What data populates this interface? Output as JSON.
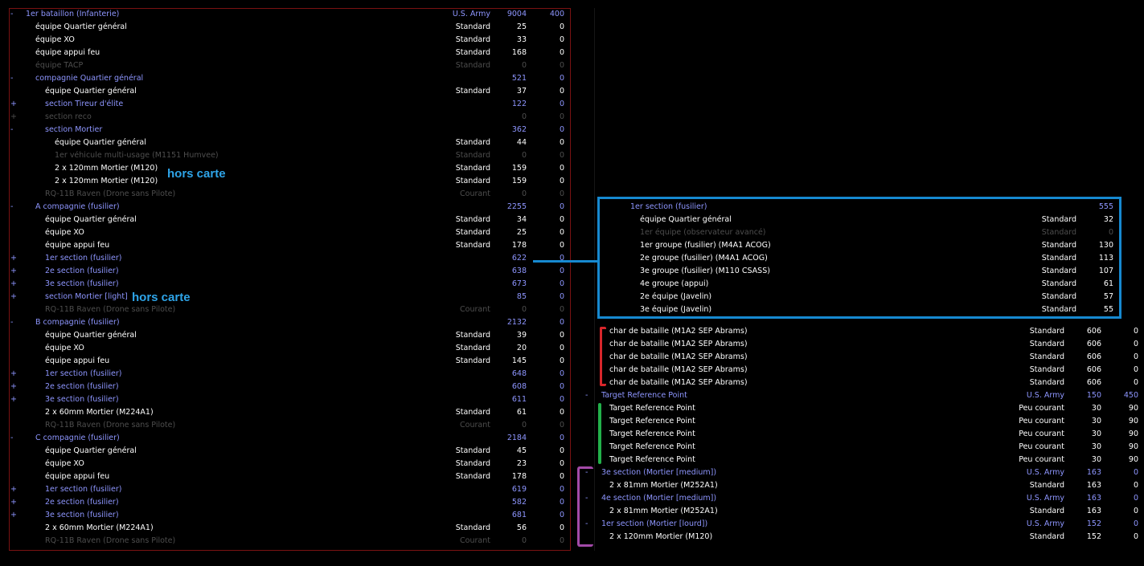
{
  "annotations": {
    "hors_carte_1": "hors carte",
    "hors_carte_2": "hors carte",
    "colors": {
      "blue_box": "#1689d0",
      "red": "#d8262b",
      "green": "#22b04a",
      "purple": "#a34aa8",
      "frame": "#7a1212"
    }
  },
  "left_rows": [
    {
      "tog": "-",
      "name": "1er bataillon (Infanterie)",
      "cost": "U.S. Army",
      "a": "9004",
      "b": "400",
      "style": "blue",
      "indent": 0
    },
    {
      "tog": "",
      "name": "équipe Quartier général",
      "cost": "Standard",
      "a": "25",
      "b": "0",
      "style": "white",
      "indent": 1
    },
    {
      "tog": "",
      "name": "équipe XO",
      "cost": "Standard",
      "a": "33",
      "b": "0",
      "style": "white",
      "indent": 1
    },
    {
      "tog": "",
      "name": "équipe appui feu",
      "cost": "Standard",
      "a": "168",
      "b": "0",
      "style": "white",
      "indent": 1
    },
    {
      "tog": "",
      "name": "équipe TACP",
      "cost": "Standard",
      "a": "0",
      "b": "0",
      "style": "gray",
      "indent": 1
    },
    {
      "tog": "-",
      "name": "compagnie Quartier général",
      "cost": "",
      "a": "521",
      "b": "0",
      "style": "blue",
      "indent": 1
    },
    {
      "tog": "",
      "name": "équipe Quartier général",
      "cost": "Standard",
      "a": "37",
      "b": "0",
      "style": "white",
      "indent": 2
    },
    {
      "tog": "+",
      "name": "section Tireur d'élite",
      "cost": "",
      "a": "122",
      "b": "0",
      "style": "blue",
      "indent": 2
    },
    {
      "tog": "+",
      "name": "section reco",
      "cost": "",
      "a": "0",
      "b": "0",
      "style": "gray",
      "indent": 2
    },
    {
      "tog": "-",
      "name": "section Mortier",
      "cost": "",
      "a": "362",
      "b": "0",
      "style": "blue",
      "indent": 2
    },
    {
      "tog": "",
      "name": "équipe Quartier général",
      "cost": "Standard",
      "a": "44",
      "b": "0",
      "style": "white",
      "indent": 3
    },
    {
      "tog": "",
      "name": "1er véhicule multi-usage (M1151 Humvee)",
      "cost": "Standard",
      "a": "0",
      "b": "0",
      "style": "gray",
      "indent": 3
    },
    {
      "tog": "",
      "name": "2 x 120mm Mortier (M120)",
      "cost": "Standard",
      "a": "159",
      "b": "0",
      "style": "white",
      "indent": 3
    },
    {
      "tog": "",
      "name": "2 x 120mm Mortier (M120)",
      "cost": "Standard",
      "a": "159",
      "b": "0",
      "style": "white",
      "indent": 3
    },
    {
      "tog": "",
      "name": "RQ-11B Raven (Drone sans Pilote)",
      "cost": "Courant",
      "a": "0",
      "b": "0",
      "style": "gray",
      "indent": 2
    },
    {
      "tog": "-",
      "name": "A compagnie (fusilier)",
      "cost": "",
      "a": "2255",
      "b": "0",
      "style": "blue",
      "indent": 1
    },
    {
      "tog": "",
      "name": "équipe Quartier général",
      "cost": "Standard",
      "a": "34",
      "b": "0",
      "style": "white",
      "indent": 2
    },
    {
      "tog": "",
      "name": "équipe XO",
      "cost": "Standard",
      "a": "25",
      "b": "0",
      "style": "white",
      "indent": 2
    },
    {
      "tog": "",
      "name": "équipe appui feu",
      "cost": "Standard",
      "a": "178",
      "b": "0",
      "style": "white",
      "indent": 2
    },
    {
      "tog": "+",
      "name": "1er section (fusilier)",
      "cost": "",
      "a": "622",
      "b": "0",
      "style": "blue",
      "indent": 2
    },
    {
      "tog": "+",
      "name": "2e section (fusilier)",
      "cost": "",
      "a": "638",
      "b": "0",
      "style": "blue",
      "indent": 2
    },
    {
      "tog": "+",
      "name": "3e section (fusilier)",
      "cost": "",
      "a": "673",
      "b": "0",
      "style": "blue",
      "indent": 2
    },
    {
      "tog": "+",
      "name": "section Mortier [light]",
      "cost": "",
      "a": "85",
      "b": "0",
      "style": "blue",
      "indent": 2
    },
    {
      "tog": "",
      "name": "RQ-11B Raven (Drone sans Pilote)",
      "cost": "Courant",
      "a": "0",
      "b": "0",
      "style": "gray",
      "indent": 2
    },
    {
      "tog": "-",
      "name": "B compagnie (fusilier)",
      "cost": "",
      "a": "2132",
      "b": "0",
      "style": "blue",
      "indent": 1
    },
    {
      "tog": "",
      "name": "équipe Quartier général",
      "cost": "Standard",
      "a": "39",
      "b": "0",
      "style": "white",
      "indent": 2
    },
    {
      "tog": "",
      "name": "équipe XO",
      "cost": "Standard",
      "a": "20",
      "b": "0",
      "style": "white",
      "indent": 2
    },
    {
      "tog": "",
      "name": "équipe appui feu",
      "cost": "Standard",
      "a": "145",
      "b": "0",
      "style": "white",
      "indent": 2
    },
    {
      "tog": "+",
      "name": "1er section (fusilier)",
      "cost": "",
      "a": "648",
      "b": "0",
      "style": "blue",
      "indent": 2
    },
    {
      "tog": "+",
      "name": "2e section (fusilier)",
      "cost": "",
      "a": "608",
      "b": "0",
      "style": "blue",
      "indent": 2
    },
    {
      "tog": "+",
      "name": "3e section (fusilier)",
      "cost": "",
      "a": "611",
      "b": "0",
      "style": "blue",
      "indent": 2
    },
    {
      "tog": "",
      "name": "2 x 60mm Mortier (M224A1)",
      "cost": "Standard",
      "a": "61",
      "b": "0",
      "style": "white",
      "indent": 2
    },
    {
      "tog": "",
      "name": "RQ-11B Raven (Drone sans Pilote)",
      "cost": "Courant",
      "a": "0",
      "b": "0",
      "style": "gray",
      "indent": 2
    },
    {
      "tog": "-",
      "name": "C compagnie (fusilier)",
      "cost": "",
      "a": "2184",
      "b": "0",
      "style": "blue",
      "indent": 1
    },
    {
      "tog": "",
      "name": "équipe Quartier général",
      "cost": "Standard",
      "a": "45",
      "b": "0",
      "style": "white",
      "indent": 2
    },
    {
      "tog": "",
      "name": "équipe XO",
      "cost": "Standard",
      "a": "23",
      "b": "0",
      "style": "white",
      "indent": 2
    },
    {
      "tog": "",
      "name": "équipe appui feu",
      "cost": "Standard",
      "a": "178",
      "b": "0",
      "style": "white",
      "indent": 2
    },
    {
      "tog": "+",
      "name": "1er section (fusilier)",
      "cost": "",
      "a": "619",
      "b": "0",
      "style": "blue",
      "indent": 2
    },
    {
      "tog": "+",
      "name": "2e section (fusilier)",
      "cost": "",
      "a": "582",
      "b": "0",
      "style": "blue",
      "indent": 2
    },
    {
      "tog": "+",
      "name": "3e section (fusilier)",
      "cost": "",
      "a": "681",
      "b": "0",
      "style": "blue",
      "indent": 2
    },
    {
      "tog": "",
      "name": "2 x 60mm Mortier (M224A1)",
      "cost": "Standard",
      "a": "56",
      "b": "0",
      "style": "white",
      "indent": 2
    },
    {
      "tog": "",
      "name": "RQ-11B Raven (Drone sans Pilote)",
      "cost": "Courant",
      "a": "0",
      "b": "0",
      "style": "gray",
      "indent": 2
    }
  ],
  "blue_box_rows": [
    {
      "name": "1er section (fusilier)",
      "cost": "",
      "a": "555",
      "style": "blue",
      "indent": 0
    },
    {
      "name": "équipe Quartier général",
      "cost": "Standard",
      "a": "32",
      "style": "white",
      "indent": 1
    },
    {
      "name": "1er équipe (observateur avancé)",
      "cost": "Standard",
      "a": "0",
      "style": "gray",
      "indent": 1
    },
    {
      "name": "1er groupe (fusilier) (M4A1 ACOG)",
      "cost": "Standard",
      "a": "130",
      "style": "white",
      "indent": 1
    },
    {
      "name": "2e groupe (fusilier) (M4A1 ACOG)",
      "cost": "Standard",
      "a": "113",
      "style": "white",
      "indent": 1
    },
    {
      "name": "3e groupe (fusilier) (M110 CSASS)",
      "cost": "Standard",
      "a": "107",
      "style": "white",
      "indent": 1
    },
    {
      "name": "4e groupe (appui)",
      "cost": "Standard",
      "a": "61",
      "style": "white",
      "indent": 1
    },
    {
      "name": "2e équipe (Javelin)",
      "cost": "Standard",
      "a": "57",
      "style": "white",
      "indent": 1
    },
    {
      "name": "3e équipe (Javelin)",
      "cost": "Standard",
      "a": "55",
      "style": "white",
      "indent": 1
    }
  ],
  "right_rows": [
    {
      "tog": "",
      "name": "char de bataille (M1A2 SEP Abrams)",
      "cost": "Standard",
      "a": "606",
      "b": "0",
      "style": "white",
      "indent": 1
    },
    {
      "tog": "",
      "name": "char de bataille (M1A2 SEP Abrams)",
      "cost": "Standard",
      "a": "606",
      "b": "0",
      "style": "white",
      "indent": 1
    },
    {
      "tog": "",
      "name": "char de bataille (M1A2 SEP Abrams)",
      "cost": "Standard",
      "a": "606",
      "b": "0",
      "style": "white",
      "indent": 1
    },
    {
      "tog": "",
      "name": "char de bataille (M1A2 SEP Abrams)",
      "cost": "Standard",
      "a": "606",
      "b": "0",
      "style": "white",
      "indent": 1
    },
    {
      "tog": "",
      "name": "char de bataille (M1A2 SEP Abrams)",
      "cost": "Standard",
      "a": "606",
      "b": "0",
      "style": "white",
      "indent": 1
    },
    {
      "tog": "-",
      "name": "Target Reference Point",
      "cost": "U.S. Army",
      "a": "150",
      "b": "450",
      "style": "blue",
      "indent": 0
    },
    {
      "tog": "",
      "name": "Target Reference Point",
      "cost": "Peu courant",
      "a": "30",
      "b": "90",
      "style": "white",
      "indent": 1
    },
    {
      "tog": "",
      "name": "Target Reference Point",
      "cost": "Peu courant",
      "a": "30",
      "b": "90",
      "style": "white",
      "indent": 1
    },
    {
      "tog": "",
      "name": "Target Reference Point",
      "cost": "Peu courant",
      "a": "30",
      "b": "90",
      "style": "white",
      "indent": 1
    },
    {
      "tog": "",
      "name": "Target Reference Point",
      "cost": "Peu courant",
      "a": "30",
      "b": "90",
      "style": "white",
      "indent": 1
    },
    {
      "tog": "",
      "name": "Target Reference Point",
      "cost": "Peu courant",
      "a": "30",
      "b": "90",
      "style": "white",
      "indent": 1
    },
    {
      "tog": "-",
      "name": "3e section (Mortier [medium])",
      "cost": "U.S. Army",
      "a": "163",
      "b": "0",
      "style": "blue",
      "indent": 0
    },
    {
      "tog": "",
      "name": "2 x 81mm Mortier (M252A1)",
      "cost": "Standard",
      "a": "163",
      "b": "0",
      "style": "white",
      "indent": 1
    },
    {
      "tog": "-",
      "name": "4e section (Mortier [medium])",
      "cost": "U.S. Army",
      "a": "163",
      "b": "0",
      "style": "blue",
      "indent": 0
    },
    {
      "tog": "",
      "name": "2 x 81mm Mortier (M252A1)",
      "cost": "Standard",
      "a": "163",
      "b": "0",
      "style": "white",
      "indent": 1
    },
    {
      "tog": "-",
      "name": "1er section (Mortier [lourd])",
      "cost": "U.S. Army",
      "a": "152",
      "b": "0",
      "style": "blue",
      "indent": 0
    },
    {
      "tog": "",
      "name": "2 x 120mm Mortier (M120)",
      "cost": "Standard",
      "a": "152",
      "b": "0",
      "style": "white",
      "indent": 1
    }
  ]
}
